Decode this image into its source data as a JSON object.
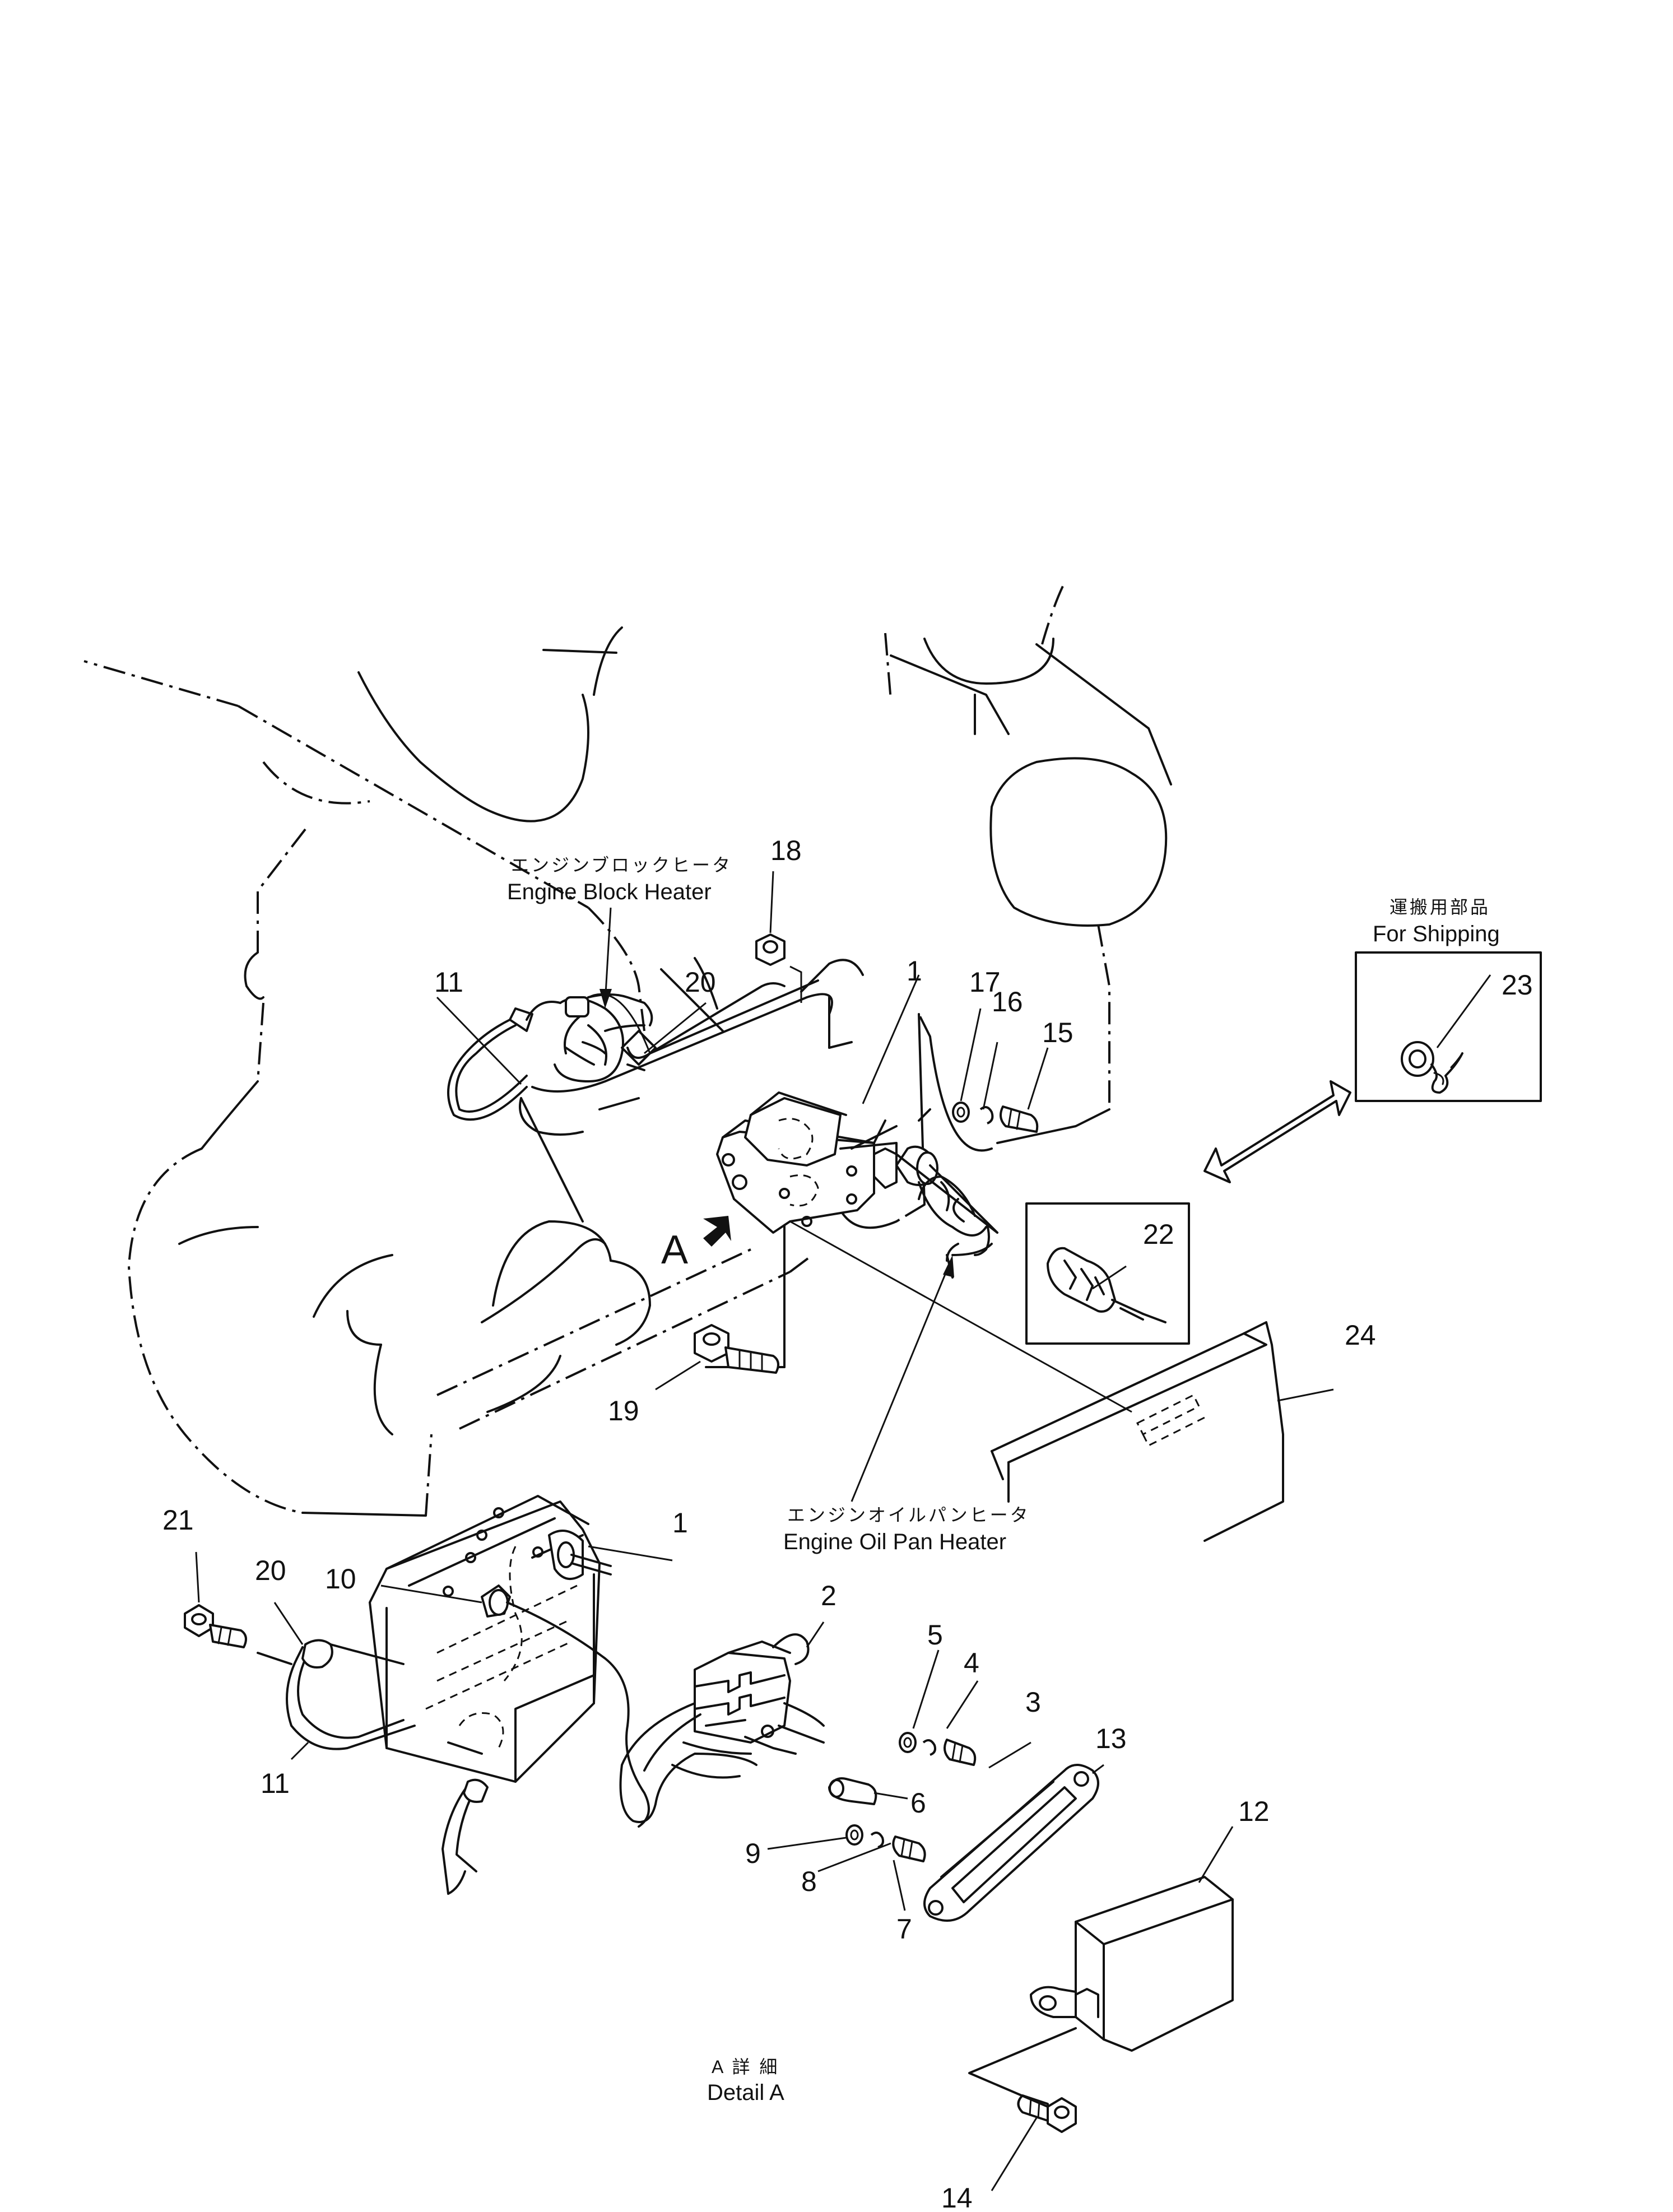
{
  "callouts": [
    "1",
    "2",
    "3",
    "4",
    "5",
    "6",
    "7",
    "8",
    "9",
    "10",
    "11",
    "12",
    "13",
    "14",
    "15",
    "16",
    "17",
    "18",
    "19",
    "20",
    "21",
    "22",
    "23",
    "24"
  ],
  "labels": {
    "block_heater_jp": "エンジンブロックヒータ",
    "block_heater_en": "Engine Block Heater",
    "oil_pan_heater_jp": "エンジンオイルパンヒータ",
    "oil_pan_heater_en": "Engine Oil Pan Heater",
    "shipping_jp": "運搬用部品",
    "shipping_en": "For Shipping",
    "view_arrow": "A",
    "detail_jp": "A 詳 細",
    "detail_en": "Detail A"
  }
}
